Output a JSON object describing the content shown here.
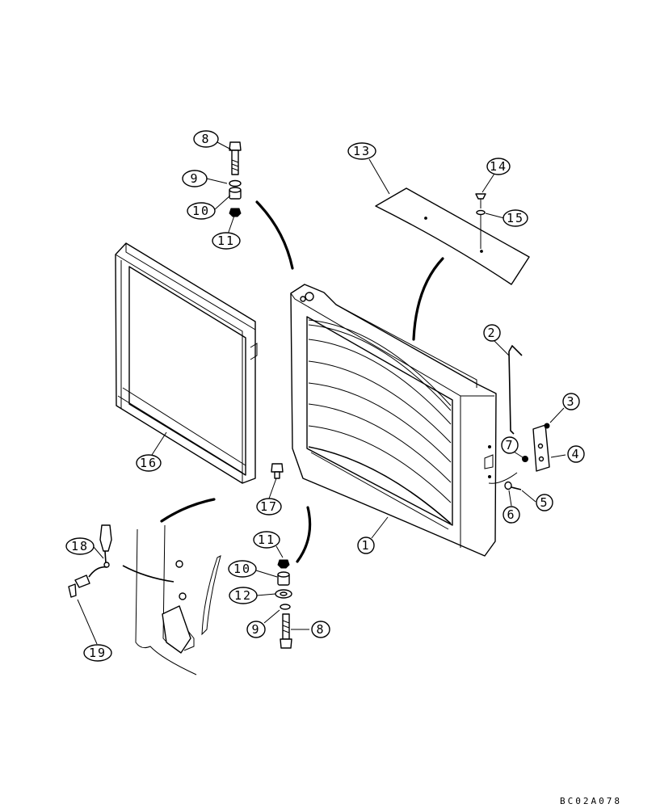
{
  "callouts": [
    {
      "id": "c-8-top",
      "label": "8"
    },
    {
      "id": "c-9-top",
      "label": "9"
    },
    {
      "id": "c-10-top",
      "label": "10"
    },
    {
      "id": "c-11-top",
      "label": "11"
    },
    {
      "id": "c-13",
      "label": "13"
    },
    {
      "id": "c-14",
      "label": "14"
    },
    {
      "id": "c-15",
      "label": "15"
    },
    {
      "id": "c-2",
      "label": "2"
    },
    {
      "id": "c-3",
      "label": "3"
    },
    {
      "id": "c-4",
      "label": "4"
    },
    {
      "id": "c-7",
      "label": "7"
    },
    {
      "id": "c-5",
      "label": "5"
    },
    {
      "id": "c-6",
      "label": "6"
    },
    {
      "id": "c-16",
      "label": "16"
    },
    {
      "id": "c-17",
      "label": "17"
    },
    {
      "id": "c-1",
      "label": "1"
    },
    {
      "id": "c-18",
      "label": "18"
    },
    {
      "id": "c-11-bot",
      "label": "11"
    },
    {
      "id": "c-10-bot",
      "label": "10"
    },
    {
      "id": "c-12",
      "label": "12"
    },
    {
      "id": "c-9-bot",
      "label": "9"
    },
    {
      "id": "c-8-bot",
      "label": "8"
    },
    {
      "id": "c-19",
      "label": "19"
    }
  ],
  "drawing_code": "BC02A078"
}
